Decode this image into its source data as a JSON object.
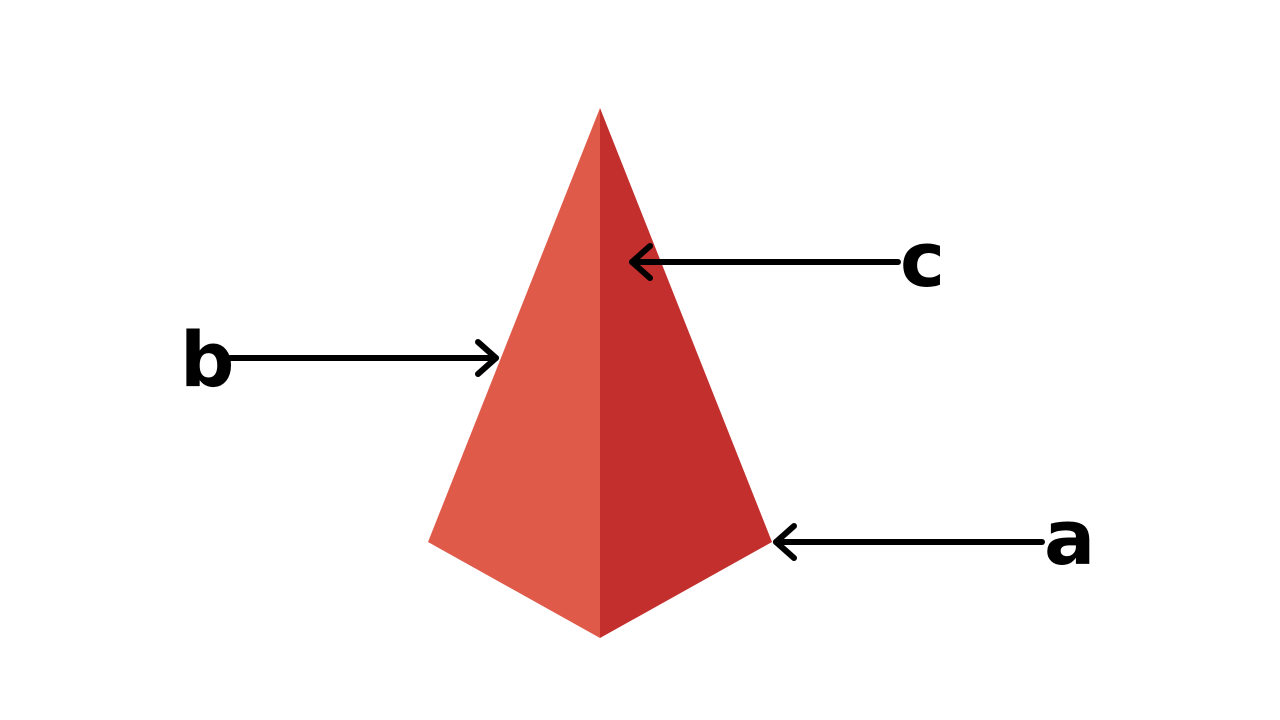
{
  "diagram": {
    "colors": {
      "background": "#ffffff",
      "face_left": "#df5a49",
      "face_right": "#c32f2c",
      "arrow": "#000000",
      "label": "#000000"
    },
    "labels": {
      "a": "a",
      "b": "b",
      "c": "c"
    }
  }
}
